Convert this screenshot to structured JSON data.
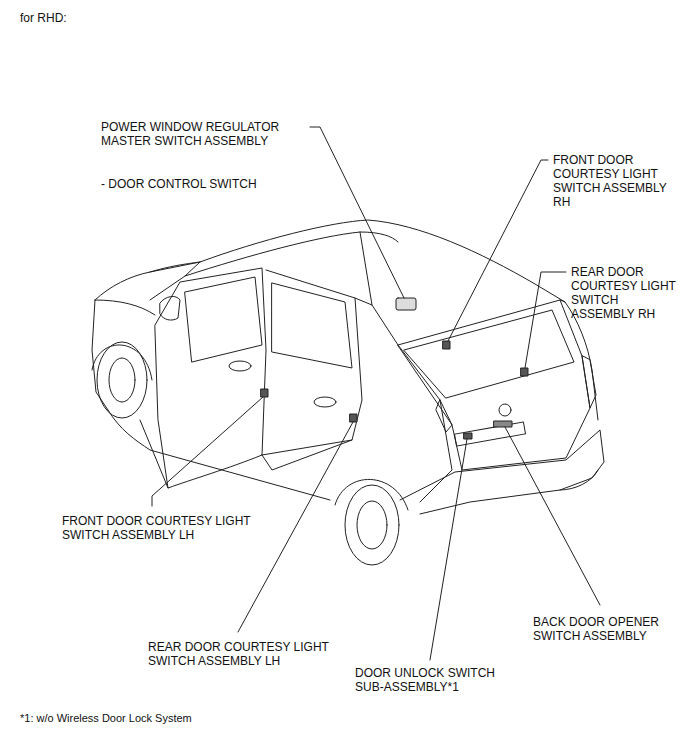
{
  "diagram": {
    "title": "for RHD:",
    "labels": [
      "POWER WINDOW REGULATOR MASTER SWITCH ASSEMBLY",
      "- DOOR CONTROL SWITCH",
      "FRONT DOOR COURTESY LIGHT SWITCH ASSEMBLY RH",
      "REAR DOOR COURTESY LIGHT SWITCH ASSEMBLY RH",
      "FRONT DOOR COURTESY LIGHT SWITCH ASSEMBLY LH",
      "REAR DOOR COURTESY LIGHT SWITCH ASSEMBLY LH",
      "DOOR UNLOCK SWITCH SUB-ASSEMBLY*1",
      "BACK DOOR OPENER SWITCH ASSEMBLY",
      "*1: w/o Wireless Door Lock System"
    ]
  }
}
